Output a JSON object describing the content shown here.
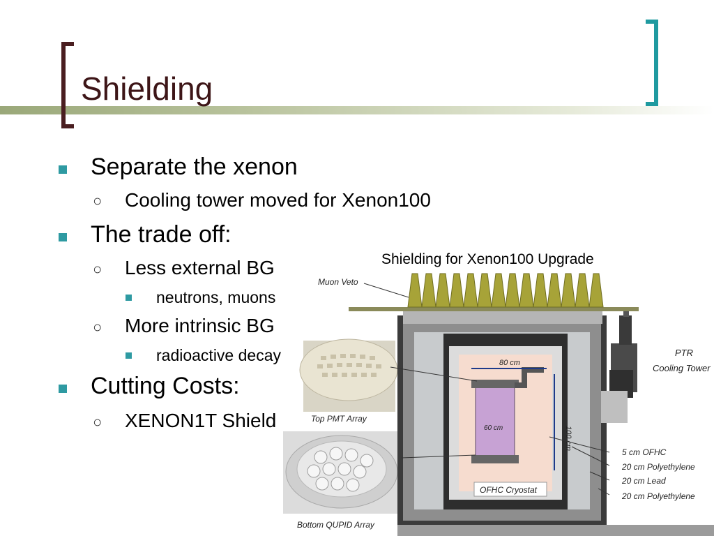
{
  "slide": {
    "title": "Shielding",
    "bullets": [
      {
        "text": "Separate the xenon",
        "subs": [
          {
            "text": "Cooling tower moved for Xenon100"
          }
        ]
      },
      {
        "text": "The trade off:",
        "subs": [
          {
            "text": "Less external BG",
            "items": [
              "neutrons, muons"
            ]
          },
          {
            "text": "More intrinsic BG",
            "items": [
              "radioactive decay"
            ]
          }
        ]
      },
      {
        "text": "Cutting Costs:",
        "subs": [
          {
            "text": "XENON1T Shield"
          }
        ]
      }
    ]
  },
  "figure": {
    "caption": "Shielding for Xenon100 Upgrade",
    "labels": {
      "muon_veto": "Muon Veto",
      "ptr_line1": "PTR",
      "ptr_line2": "Cooling Tower",
      "width": "80 cm",
      "height": "100 cm",
      "inner": "60 cm",
      "top_pmt": "Top PMT Array",
      "bottom_qupid": "Bottom QUPID Array",
      "cryostat": "OFHC Cryostat",
      "layer1": "5 cm OFHC",
      "layer2": "20 cm Polyethylene",
      "layer3": "20 cm Lead",
      "layer4": "20 cm Polyethylene"
    }
  },
  "colors": {
    "accent": "#2e9aa2",
    "title": "#3d1517",
    "bracket_left": "#4a1e20",
    "bracket_right": "#1f9aa0"
  }
}
